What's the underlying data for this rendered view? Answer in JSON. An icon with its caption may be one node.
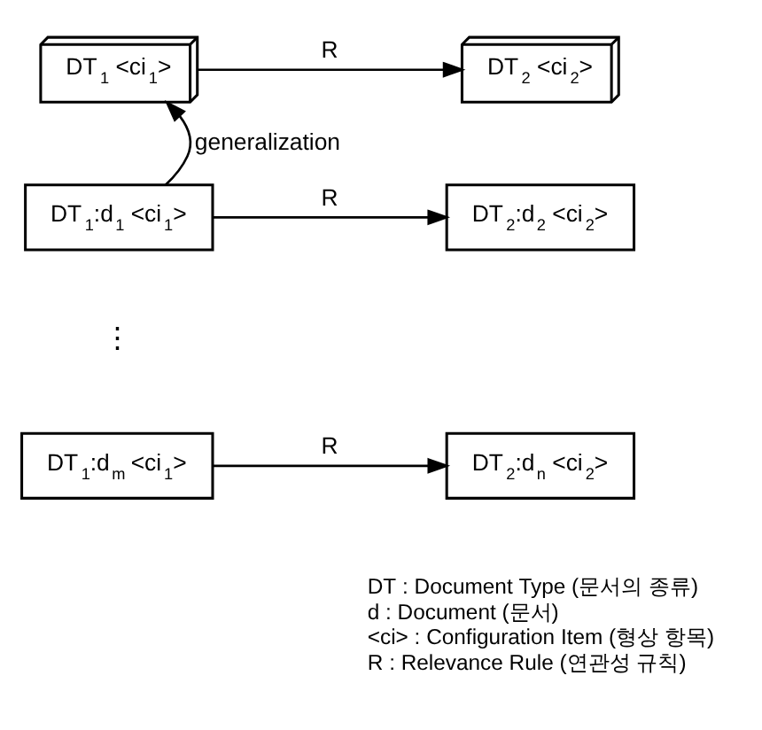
{
  "diagram": {
    "nodes": [
      {
        "text": [
          "DT$_{1}$ <ci$_{1}$>"
        ]
      },
      {
        "text": [
          "DT$_{2}$ <ci$_{2}$>"
        ]
      },
      {
        "text": [
          "DT$_{1}$:d$_{1}$ <ci$_{1}$>"
        ]
      },
      {
        "text": [
          "DT$_{2}$:d$_{2}$ <ci$_{2}$>"
        ]
      },
      {
        "text": [
          "DT$_{1}$:d$_{m}$ <ci$_{1}$>"
        ]
      },
      {
        "text": [
          "DT$_{2}$:d$_{n}$ <ci$_{2}$>"
        ]
      }
    ],
    "edges": [
      {
        "from": 0,
        "to": 1,
        "arrow": "to",
        "label": "R"
      },
      {
        "from": 2,
        "to": 0,
        "arrow": "to",
        "label": "generalization"
      },
      {
        "from": 2,
        "to": 3,
        "arrow": "to",
        "label": "R"
      },
      {
        "from": 4,
        "to": 5,
        "arrow": "to",
        "label": "R"
      }
    ],
    "labels": [
      "⋮",
      "DT : Document Type (문서의 종류)",
      "d : Document (문서)",
      "<ci> : Configuration Item (형상 항목)",
      "R : Relevance Rule (연관성 규칙)"
    ]
  }
}
